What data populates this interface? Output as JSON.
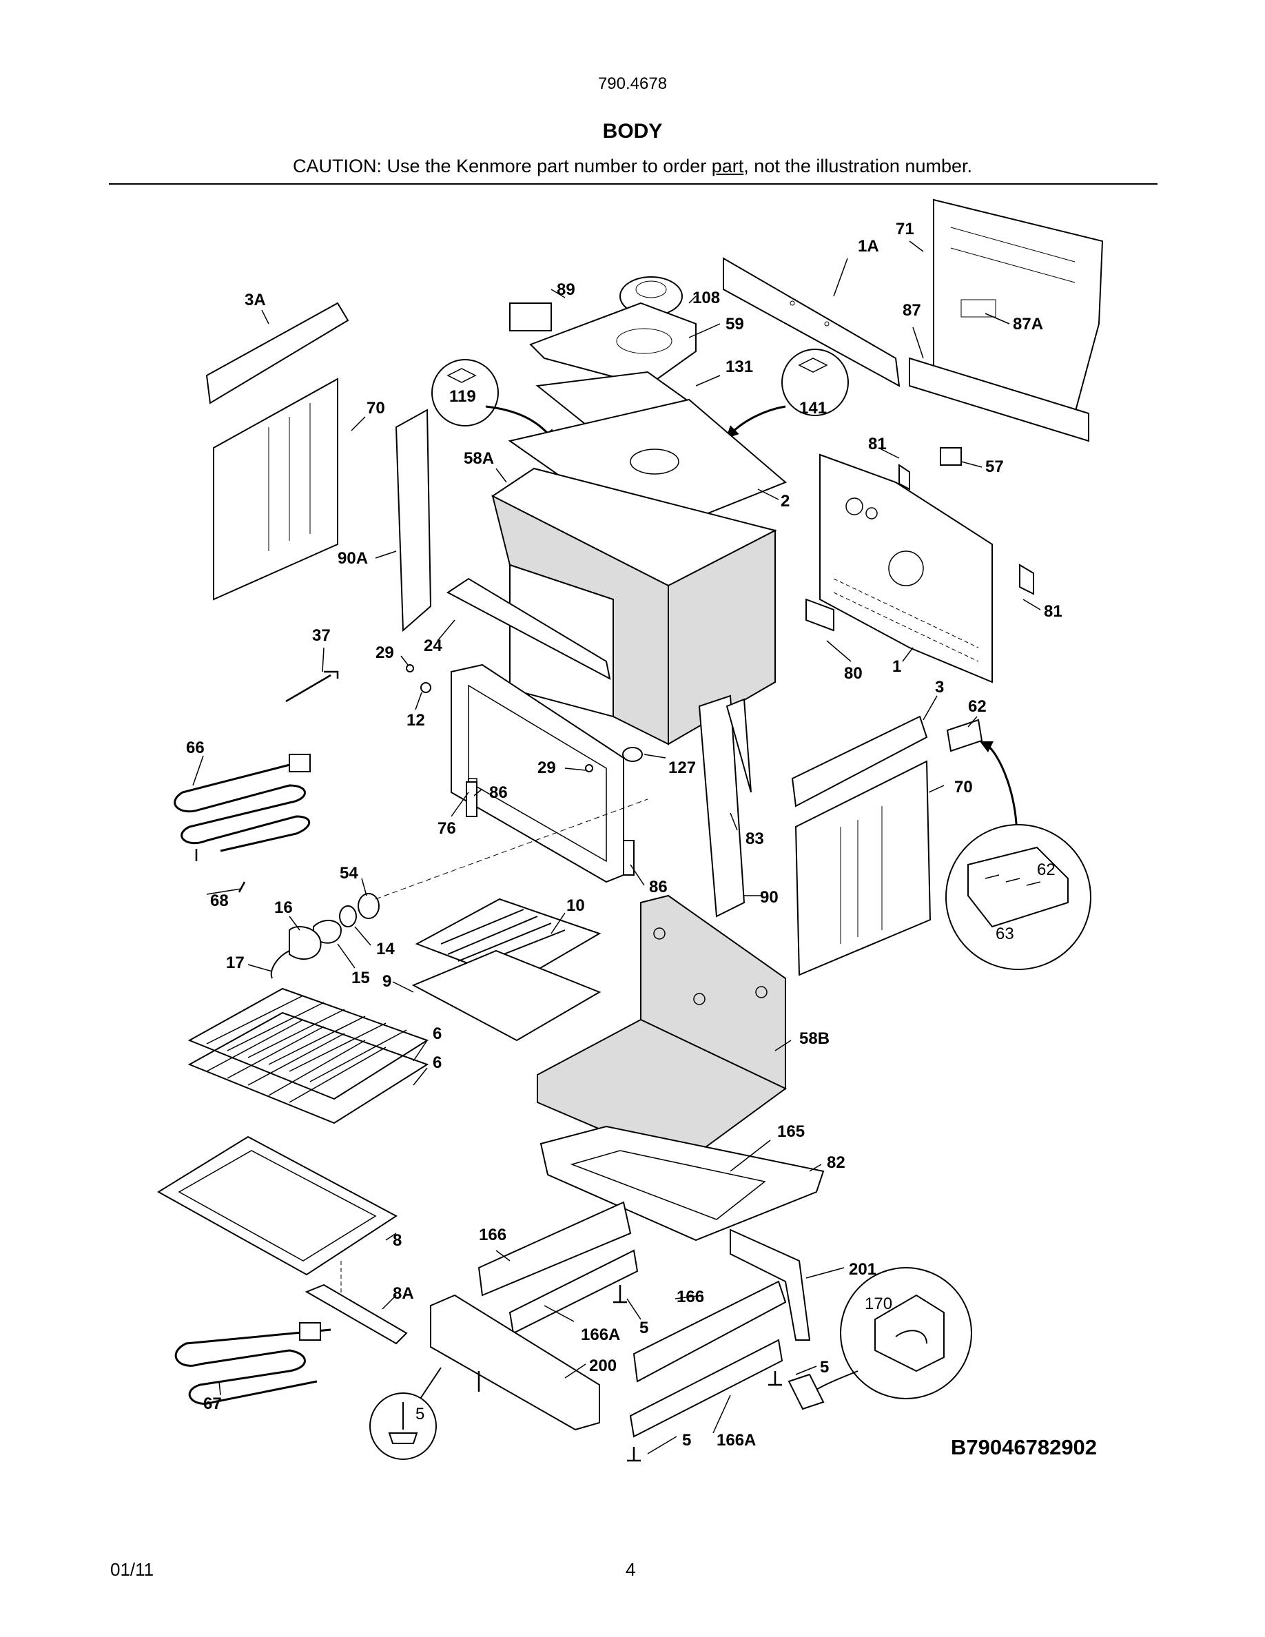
{
  "header": {
    "model": "790.4678",
    "title": "BODY",
    "caution_before": "CAUTION: Use the Kenmore part number to order ",
    "caution_link": "part",
    "caution_after": ", not the illustration number."
  },
  "callouts": [
    {
      "id": "71",
      "label": "71"
    },
    {
      "id": "1A",
      "label": "1A"
    },
    {
      "id": "89",
      "label": "89"
    },
    {
      "id": "108",
      "label": "108"
    },
    {
      "id": "3A",
      "label": "3A"
    },
    {
      "id": "87",
      "label": "87"
    },
    {
      "id": "87A",
      "label": "87A"
    },
    {
      "id": "59",
      "label": "59"
    },
    {
      "id": "131",
      "label": "131"
    },
    {
      "id": "119",
      "label": "119"
    },
    {
      "id": "141",
      "label": "141"
    },
    {
      "id": "70a",
      "label": "70"
    },
    {
      "id": "81a",
      "label": "81"
    },
    {
      "id": "57",
      "label": "57"
    },
    {
      "id": "58A",
      "label": "58A"
    },
    {
      "id": "2",
      "label": "2"
    },
    {
      "id": "90A",
      "label": "90A"
    },
    {
      "id": "81b",
      "label": "81"
    },
    {
      "id": "37",
      "label": "37"
    },
    {
      "id": "24",
      "label": "24"
    },
    {
      "id": "29a",
      "label": "29"
    },
    {
      "id": "80",
      "label": "80"
    },
    {
      "id": "1",
      "label": "1"
    },
    {
      "id": "12",
      "label": "12"
    },
    {
      "id": "3",
      "label": "3"
    },
    {
      "id": "62",
      "label": "62"
    },
    {
      "id": "66",
      "label": "66"
    },
    {
      "id": "29b",
      "label": "29"
    },
    {
      "id": "127",
      "label": "127"
    },
    {
      "id": "86a",
      "label": "86"
    },
    {
      "id": "70b",
      "label": "70"
    },
    {
      "id": "76",
      "label": "76"
    },
    {
      "id": "83",
      "label": "83"
    },
    {
      "id": "54",
      "label": "54"
    },
    {
      "id": "86b",
      "label": "86"
    },
    {
      "id": "68",
      "label": "68"
    },
    {
      "id": "90",
      "label": "90"
    },
    {
      "id": "16",
      "label": "16"
    },
    {
      "id": "10",
      "label": "10"
    },
    {
      "id": "14",
      "label": "14"
    },
    {
      "id": "17",
      "label": "17"
    },
    {
      "id": "15",
      "label": "15"
    },
    {
      "id": "9",
      "label": "9"
    },
    {
      "id": "6a",
      "label": "6"
    },
    {
      "id": "58B",
      "label": "58B"
    },
    {
      "id": "6b",
      "label": "6"
    },
    {
      "id": "165",
      "label": "165"
    },
    {
      "id": "82",
      "label": "82"
    },
    {
      "id": "8",
      "label": "8"
    },
    {
      "id": "166a",
      "label": "166"
    },
    {
      "id": "201",
      "label": "201"
    },
    {
      "id": "8A",
      "label": "8A"
    },
    {
      "id": "166b",
      "label": "166"
    },
    {
      "id": "166A_a",
      "label": "166A"
    },
    {
      "id": "5a",
      "label": "5"
    },
    {
      "id": "200",
      "label": "200"
    },
    {
      "id": "5b",
      "label": "5"
    },
    {
      "id": "67",
      "label": "67"
    },
    {
      "id": "5c",
      "label": "5"
    },
    {
      "id": "166A_b",
      "label": "166A"
    }
  ],
  "detail_labels": {
    "d62": "62",
    "d63": "63",
    "d170": "170",
    "d5": "5"
  },
  "diagram_code": "B79046782902",
  "footer": {
    "date": "01/11",
    "page": "4"
  }
}
